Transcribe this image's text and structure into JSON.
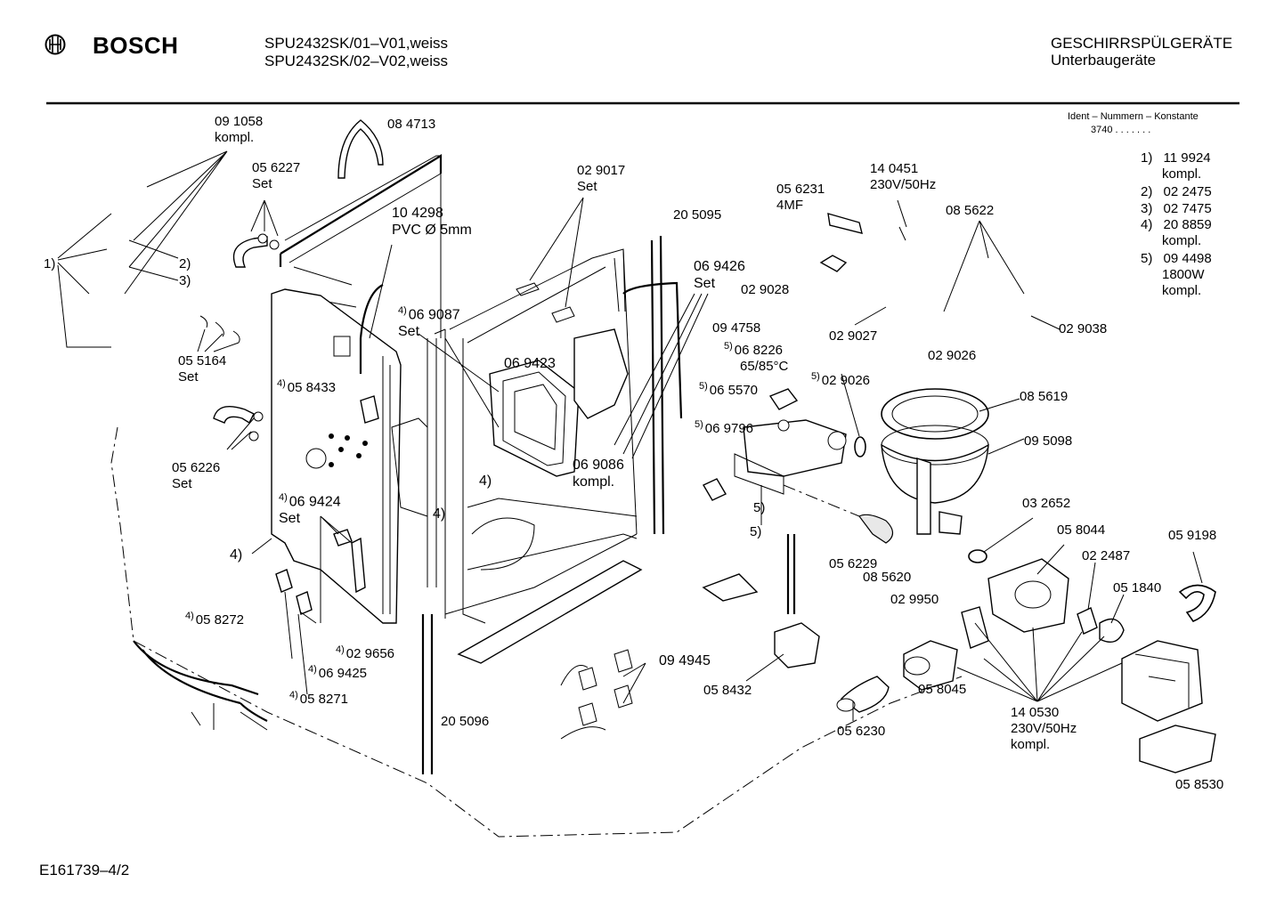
{
  "header": {
    "brand": "BOSCH",
    "model_line_1": "SPU2432SK/01–V01,weiss",
    "model_line_2": "SPU2432SK/02–V02,weiss",
    "category_title": "GESCHIRRSPÜLGERÄTE",
    "category_subtitle": "Unterbaugeräte"
  },
  "ident": {
    "title": "Ident – Nummern – Konstante",
    "value": "3740  .  .  .    .  .  .  ."
  },
  "legend": [
    {
      "marker": "1)",
      "lines": [
        "11 9924",
        "kompl."
      ]
    },
    {
      "marker": "2)",
      "lines": [
        "02 2475"
      ]
    },
    {
      "marker": "3)",
      "lines": [
        "02 7475"
      ]
    },
    {
      "marker": "4)",
      "lines": [
        "20 8859",
        "kompl."
      ]
    },
    {
      "marker": "5)",
      "lines": [
        "09 4498",
        "1800W",
        "kompl."
      ]
    }
  ],
  "parts": {
    "p091058": [
      "09 1058",
      "kompl."
    ],
    "p084713": "08 4713",
    "p056227": [
      "05 6227",
      "Set"
    ],
    "p104298": [
      "10 4298",
      "PVC Ø 5mm"
    ],
    "p029017": [
      "02 9017",
      "Set"
    ],
    "p205095": "20 5095",
    "p056231": [
      "05 6231",
      "4MF"
    ],
    "p140451": [
      "14 0451",
      "230V/50Hz"
    ],
    "p085622": "08 5622",
    "p029028": "02 9028",
    "p069426": [
      "06 9426",
      "Set"
    ],
    "p069087": [
      "06 9087",
      "Set"
    ],
    "p094758": "09 4758",
    "p068226": [
      "06 8226",
      "65/85°C"
    ],
    "p029027": "02 9027",
    "p029026a": "02 9026",
    "p029038": "02 9038",
    "p055164": [
      "05 5164",
      "Set"
    ],
    "p058433": "05 8433",
    "p069423": "06 9423",
    "p065570": "06 5570",
    "p029026b": "02 9026",
    "p085619": "08 5619",
    "p069796": "06 9796",
    "p095098": "09 5098",
    "p056226": [
      "05 6226",
      "Set"
    ],
    "p069086": [
      "06 9086",
      "kompl."
    ],
    "p069424": [
      "06 9424",
      "Set"
    ],
    "p032652": "03 2652",
    "p058044": "05 8044",
    "p059198": "05 9198",
    "p022487": "02 2487",
    "p056229": "05 6229",
    "p085620": "08 5620",
    "p051840": "05 1840",
    "p029950": "02 9950",
    "p058272": "05 8272",
    "p029656": "02 9656",
    "p069425": "06 9425",
    "p094945": "09 4945",
    "p058271": "05 8271",
    "p058432": "05 8432",
    "p058045": "05 8045",
    "p140530": [
      "14 0530",
      "230V/50Hz",
      "kompl."
    ],
    "p205096": "20 5096",
    "p056230": "05 6230",
    "p058530": "05 8530"
  },
  "markers": {
    "m1": "1)",
    "m2": "2)",
    "m3": "3)",
    "m4": "4)",
    "m5": "5)"
  },
  "footer": {
    "drawing_id": "E161739–4/2"
  }
}
